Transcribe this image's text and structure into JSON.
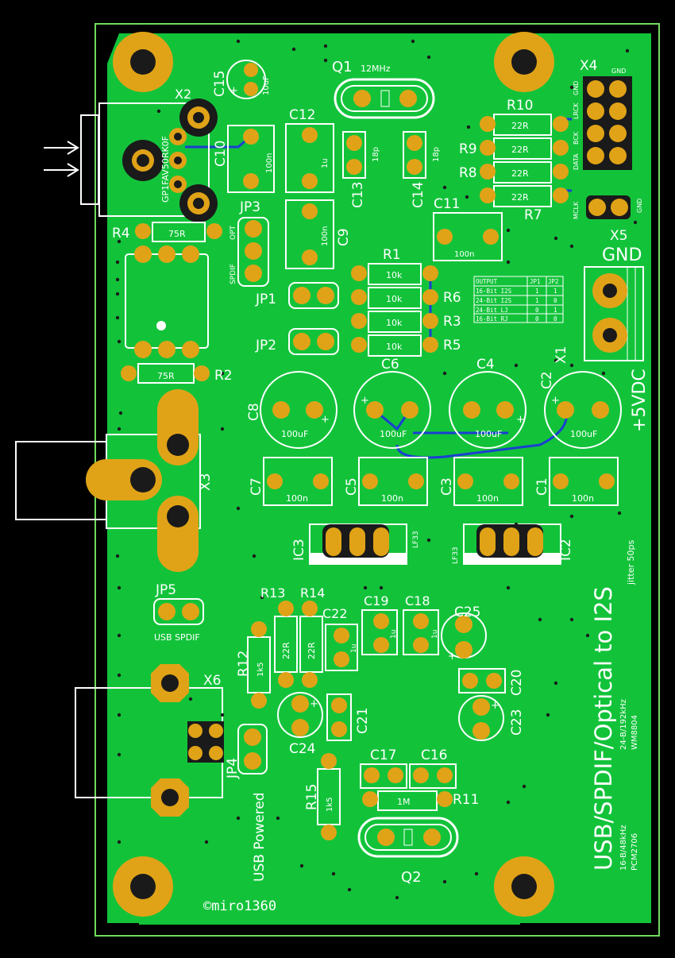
{
  "colors": {
    "background": "#000000",
    "board": "#12c33a",
    "pad_gold": "#e0a317",
    "pad_dark": "#1a1a1a",
    "silkscreen": "#ffffff",
    "trace_blue": "#1b3fd1",
    "outline": "#6fdc5a"
  },
  "board": {
    "title": "USB/SPDIF/Optical to I2S",
    "spec_a_line1": "24-B/192kHz",
    "spec_a_line2": "WM8804",
    "spec_b_line1": "16-B/48kHz",
    "spec_b_line2": "PCM2706",
    "jitter": "jitter 50ps",
    "copyright": "©miro1360",
    "usb_powered": "USB Powered",
    "supply": "+5VDC",
    "gnd": "GND"
  },
  "components": {
    "Q1": {
      "ref": "Q1",
      "value": "12MHz"
    },
    "Q2": {
      "ref": "Q2"
    },
    "X1": "X1",
    "X2": "X2",
    "X3": "X3",
    "X4": "X4",
    "X5": "X5",
    "X6": "X6",
    "X2_part": "GP1FAV50RK0F",
    "X4_pins": [
      "GND",
      "LRCK",
      "BCK",
      "DATA"
    ],
    "X4_gnd": "GND",
    "X5_pins": [
      "MCLK",
      "GND"
    ],
    "C15": {
      "ref": "C15",
      "value": "10uF"
    },
    "C10": {
      "ref": "C10",
      "value": "100n"
    },
    "C12": {
      "ref": "C12",
      "value": "1u"
    },
    "C9": {
      "ref": "C9",
      "value": "100n"
    },
    "C13": {
      "ref": "C13",
      "value": "18p"
    },
    "C14": {
      "ref": "C14",
      "value": "18p"
    },
    "C11": {
      "ref": "C11",
      "value": "100n"
    },
    "R10": {
      "ref": "R10",
      "value": "22R"
    },
    "R9": {
      "ref": "R9",
      "value": "22R"
    },
    "R8": {
      "ref": "R8",
      "value": "22R"
    },
    "R7": {
      "ref": "R7",
      "value": "22R"
    },
    "R4": {
      "ref": "R4",
      "value": "75R"
    },
    "R2": {
      "ref": "R2",
      "value": "75R"
    },
    "JP3": {
      "ref": "JP3",
      "opt": "OPT",
      "spdif": "SPDIF"
    },
    "JP1": "JP1",
    "JP2": "JP2",
    "JP4": "JP4",
    "JP5": {
      "ref": "JP5",
      "label": "USB SPDIF"
    },
    "R1": {
      "ref": "R1",
      "value": "10k"
    },
    "R6": {
      "ref": "R6",
      "value": "10k"
    },
    "R3": {
      "ref": "R3",
      "value": "10k"
    },
    "R5": {
      "ref": "R5",
      "value": "10k"
    },
    "C8": {
      "ref": "C8",
      "value": "100uF"
    },
    "C6": {
      "ref": "C6",
      "value": "100uF"
    },
    "C4": {
      "ref": "C4",
      "value": "100uF"
    },
    "C2": {
      "ref": "C2",
      "value": "100uF"
    },
    "C7": {
      "ref": "C7",
      "value": "100n"
    },
    "C5": {
      "ref": "C5",
      "value": "100n"
    },
    "C3": {
      "ref": "C3",
      "value": "100n"
    },
    "C1": {
      "ref": "C1",
      "value": "100n"
    },
    "IC3": {
      "ref": "IC3",
      "value": "LF33"
    },
    "IC2": {
      "ref": "IC2",
      "value": "LF33"
    },
    "R13": {
      "ref": "R13",
      "value": "22R"
    },
    "R14": {
      "ref": "R14",
      "value": "22R"
    },
    "R12": {
      "ref": "R12",
      "value": "1k5"
    },
    "R15": {
      "ref": "R15",
      "value": "1k5"
    },
    "R11": {
      "ref": "R11",
      "value": "1M"
    },
    "C22": {
      "ref": "C22",
      "value": "1u"
    },
    "C19": {
      "ref": "C19",
      "value": "1u"
    },
    "C18": {
      "ref": "C18",
      "value": "1u"
    },
    "C25": "C25",
    "C20": "C20",
    "C23": "C23",
    "C24": "C24",
    "C21": "C21",
    "C17": "C17",
    "C16": "C16"
  },
  "jumper_table": {
    "headers": [
      "OUTPUT",
      "JP1",
      "JP2"
    ],
    "rows": [
      [
        "16-Bit I2S",
        "1",
        "1"
      ],
      [
        "24-Bit I2S",
        "1",
        "0"
      ],
      [
        "24-Bit LJ",
        "0",
        "1"
      ],
      [
        "16-Bit RJ",
        "0",
        "0"
      ]
    ]
  }
}
